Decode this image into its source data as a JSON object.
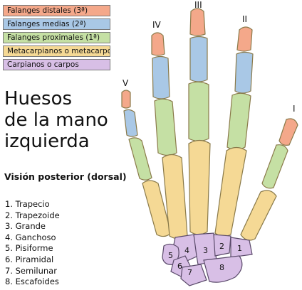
{
  "legend": [
    {
      "label": "Falanges distales (3ª)",
      "color": "#f4a88a"
    },
    {
      "label": "Falanges medias (2ª)",
      "color": "#a9c8e6"
    },
    {
      "label": "Falanges proximales (1ª)",
      "color": "#c5e0a4"
    },
    {
      "label": "Metacarpianos o metacarpos",
      "color": "#f5d995"
    },
    {
      "label": "Carpianos o carpos",
      "color": "#d8bfe6"
    }
  ],
  "title": {
    "line1": "Huesos",
    "line2": "de la mano",
    "line3": "izquierda"
  },
  "subtitle": "Visión posterior (dorsal)",
  "carpals_list": [
    "1. Trapecio",
    "2. Trapezoide",
    "3. Grande",
    "4. Ganchoso",
    "5. Pisiforme",
    "6. Piramidal",
    "7. Semilunar",
    "8. Escafoides"
  ],
  "finger_labels": {
    "I": "I",
    "II": "II",
    "III": "III",
    "IV": "IV",
    "V": "V"
  },
  "carpal_numbers": {
    "n1": "1",
    "n2": "2",
    "n3": "3",
    "n4": "4",
    "n5": "5",
    "n6": "6",
    "n7": "7",
    "n8": "8"
  }
}
